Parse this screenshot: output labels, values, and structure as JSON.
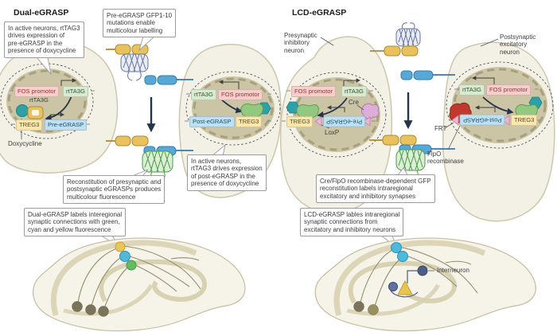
{
  "left_panel": {
    "title": "Dual-eGRASP",
    "callouts": {
      "pre_expression": "In active neurons, rtTAG3\ndrives expression of\npre-eGRASP in the\npresence of doxycycline",
      "gfp_mutations": "Pre-eGRASP GFP1-10\nmutations enable\nmulticolour labelling",
      "post_expression": "In active neurons,\nrtTAG3 drives expression\nof post-eGRASP in the\npresence of doxycycline",
      "reconstitution": "Reconstitution of presynaptic and\npostsynaptic eGRASPs produces\nmulticolour fluorescence",
      "brain_label": "Dual-eGRASP labels interegional\nsynaptic connections with green,\ncyan and yellow fluorescence"
    },
    "labels": {
      "doxycycline": "Doxycycline"
    },
    "presynaptic_nucleus": {
      "fos_promoter": "FOS promotor",
      "rtta3g_gene": "rtTA3G",
      "rtta3g_protein": "rtTA3G",
      "treg3": "TREG3",
      "pre_egrasp": "Pre-eGRASP"
    },
    "postsynaptic_nucleus": {
      "rtta3g_gene": "rtTA3G",
      "fos_promoter": "FOS promotor",
      "post_egrasp": "Post-eGRASP",
      "treg3": "TREG3"
    }
  },
  "right_panel": {
    "title": "LCD-eGRASP",
    "neuron_labels": {
      "presynaptic": "Presynaptic\ninhibitory\nneuron",
      "postsynaptic": "Postsynaptic\nexcitatory\nneuron"
    },
    "callouts": {
      "recombinase_dependent": "Cre/FlpO recombinase-dependent GFP\nreconstitution labels intraregional\nexcitatory and inhibitory synapses",
      "brain_label": "LCD-eGRASP lables intraregional\nsynaptic connections from\nexcitatory and inhibitory neurons"
    },
    "labels": {
      "cre": "Cre",
      "loxp": "LoxP",
      "frt": "FRT",
      "flpo_recombinase": "FlpO\nrecombinase",
      "interneuron": "Interneuron"
    },
    "presynaptic_nucleus": {
      "fos_promoter": "FOS promotor",
      "rtta3g_gene": "rtTA3G",
      "treg3": "TREG3",
      "pre_egrasp": "Pre-eGRASP"
    },
    "postsynaptic_nucleus": {
      "rtta3g_gene": "rtTA3G",
      "fos_promoter": "FOS promotor",
      "post_egrasp": "Post-eGRASP",
      "treg3": "TREG3"
    }
  },
  "colors": {
    "neuron_body": "#f3f0e5",
    "neuron_outline": "#cfc7ab",
    "nucleus": "#cbc5a6",
    "fos_chip": "#f7cecb",
    "rtta3g_chip": "#d8ead0",
    "treg3_chip": "#f9e7ad",
    "egrasp_chip": "#bfe0f0",
    "pre_protein_yellow": "#e9c25d",
    "post_protein_blue": "#57a8d6",
    "gfp110_gray": "#66759b",
    "reconstituted_gfp_green": "#4a9b45",
    "doxycycline_teal": "#2da1a8",
    "cre_pink": "#dcaed9",
    "flpo_red": "#c0392f",
    "loxp_frt_triangle": "#eab8d4",
    "arrow_dark": "#26334d",
    "dot_yellow": "#e9c65c",
    "dot_cyan": "#4fb9d9",
    "dot_green": "#62bb62",
    "soma_olive": "#7b745a",
    "interneuron_blue": "#4e5d85"
  }
}
